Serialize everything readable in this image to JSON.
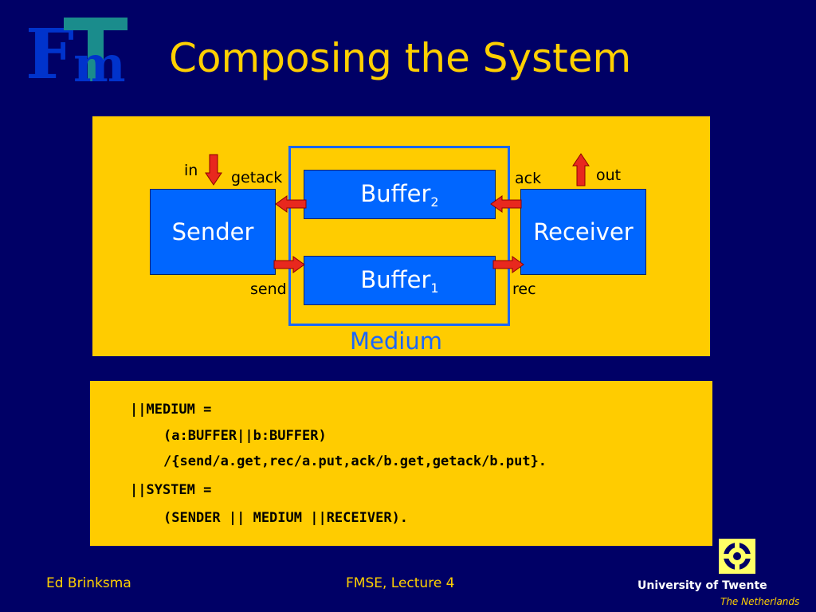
{
  "title": "Composing the System",
  "logo": {
    "name": "fmt-logo",
    "letters": "Fmt"
  },
  "diagram": {
    "sender": "Sender",
    "receiver": "Receiver",
    "buffer2": {
      "base": "Buffer",
      "sub": "2"
    },
    "buffer1": {
      "base": "Buffer",
      "sub": "1"
    },
    "medium_label": "Medium",
    "port_labels": {
      "in": "in",
      "getack": "getack",
      "ack": "ack",
      "out": "out",
      "send": "send",
      "rec": "rec"
    }
  },
  "code": {
    "line1": "||MEDIUM =",
    "line2": "(a:BUFFER||b:BUFFER)",
    "line3": "/{send/a.get,rec/a.put,ack/b.get,getack/b.put}.",
    "line4": "||SYSTEM =",
    "line5": "(SENDER || MEDIUM ||RECEIVER)."
  },
  "footer": {
    "author": "Ed Brinksma",
    "course": "FMSE, Lecture 4",
    "university": "University of Twente",
    "country": "The Netherlands"
  },
  "colors": {
    "background": "#000066",
    "title": "#FFD000",
    "panel": "#FFCC00",
    "box": "#0066FF",
    "arrow": "#E8281E"
  }
}
